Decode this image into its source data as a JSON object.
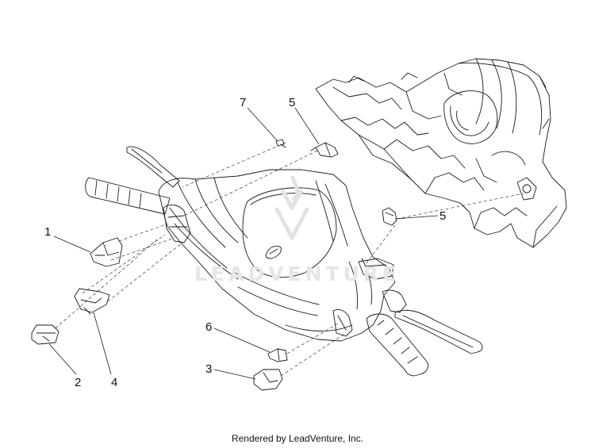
{
  "callouts": {
    "c1": "1",
    "c2": "2",
    "c3": "3",
    "c4": "4",
    "c5a": "5",
    "c5b": "5",
    "c6": "6",
    "c7": "7"
  },
  "watermark": "LEADVENTURE",
  "footer": "Rendered by LeadVenture, Inc."
}
